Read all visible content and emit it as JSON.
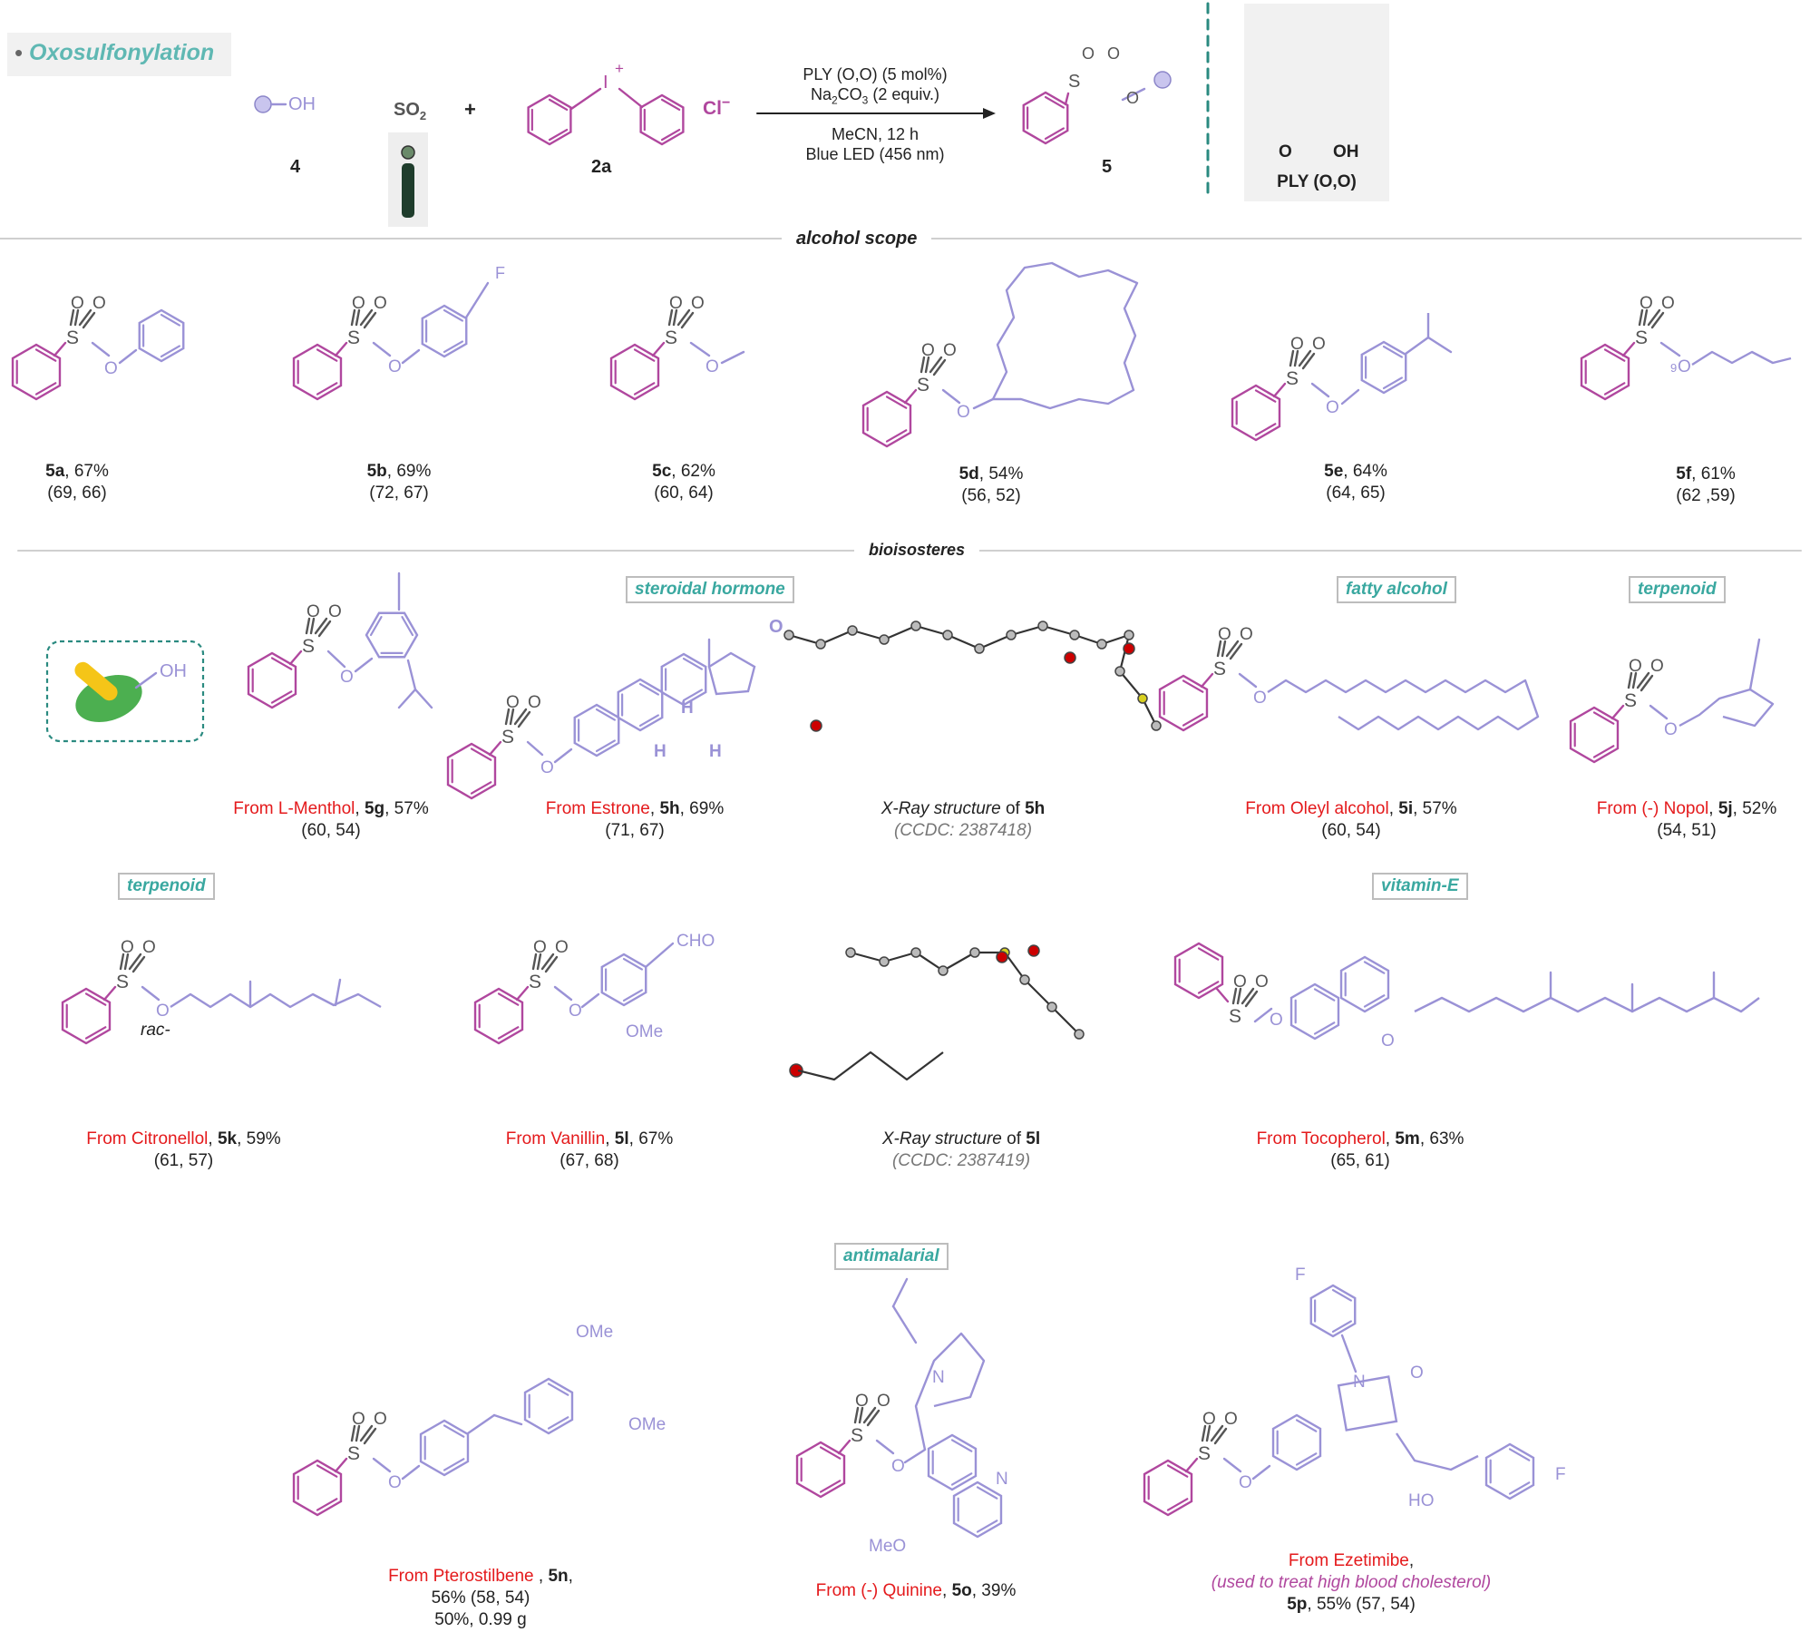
{
  "header": {
    "title": "Oxosulfonylation",
    "alcohol_label": "OH",
    "alcohol_num": "4",
    "so2": "SO",
    "so2_sub": "2",
    "plus": "+",
    "iodonium_i": "I",
    "iodonium_plus": "+",
    "cl": "Cl",
    "cl_minus": "−",
    "reagent_num": "2a",
    "cond1": "PLY (O,O) (5 mol%)",
    "cond2_a": "Na",
    "cond2_b": "2",
    "cond2_c": "CO",
    "cond2_d": "3",
    "cond2_e": " (2 equiv.)",
    "cond3": "MeCN, 12 h",
    "cond4": "Blue LED (456 nm)",
    "prod_s": "S",
    "prod_o1": "O",
    "prod_o2": "O",
    "prod_o3": "O",
    "product_num": "5",
    "cat_o": "O",
    "cat_oh": "OH",
    "cat_name": "PLY (O,O)"
  },
  "sections": {
    "alcohol": "alcohol scope",
    "bio": "bioisosteres"
  },
  "alcohol_scope": [
    {
      "id": "5a",
      "yield": ", 67%",
      "paren": "(69, 66)"
    },
    {
      "id": "5b",
      "yield": ", 69%",
      "paren": "(72, 67)",
      "f": "F"
    },
    {
      "id": "5c",
      "yield": ", 62%",
      "paren": "(60, 64)"
    },
    {
      "id": "5d",
      "yield": ", 54%",
      "paren": "(56, 52)"
    },
    {
      "id": "5e",
      "yield": ", 64%",
      "paren": "(64, 65)"
    },
    {
      "id": "5f",
      "yield": ", 61%",
      "paren": "(62 ,59)",
      "sub": "9"
    }
  ],
  "bio": {
    "menthol": {
      "from": "From L-Menthol",
      "id": "5g",
      "yield": ", 57%",
      "paren": "(60, 54)"
    },
    "estrone": {
      "tag": "steroidal hormone",
      "from": "From Estrone",
      "id": "5h",
      "yield": ", 69%",
      "paren": "(71, 67)",
      "h": "H",
      "o": "O"
    },
    "xray_h": {
      "a": "X-Ray structure",
      "b": " of ",
      "id": "5h",
      "ccdc": "(CCDC: 2387418)"
    },
    "oleyl": {
      "tag": "fatty alcohol",
      "from": "From Oleyl alcohol",
      "id": "5i",
      "yield": ", 57%",
      "paren": "(60, 54)"
    },
    "nopol": {
      "tag": "terpenoid",
      "from": "From (-) Nopol",
      "id": "5j",
      "yield": ", 52%",
      "paren": "(54, 51)"
    },
    "citronellol": {
      "tag": "terpenoid",
      "rac": "rac-",
      "from": "From Citronellol",
      "id": "5k",
      "yield": ", 59%",
      "paren": "(61, 57)"
    },
    "vanillin": {
      "from": "From Vanillin",
      "id": "5l",
      "yield": ", 67%",
      "paren": "(67, 68)",
      "cho": "CHO",
      "ome": "OMe"
    },
    "xray_l": {
      "a": "X-Ray structure",
      "b": " of ",
      "id": "5l",
      "ccdc": "(CCDC: 2387419)"
    },
    "tocopherol": {
      "tag": "vitamin-E",
      "from": "From Tocopherol",
      "id": "5m",
      "yield": ", 63%",
      "paren": "(65, 61)",
      "o": "O"
    },
    "pterostilbene": {
      "from": "From Pterostilbene",
      "sep": " , ",
      "id": "5n",
      "after": ",",
      "line2": "56% (58, 54)",
      "line3": "50%, 0.99 g",
      "ome": "OMe"
    },
    "quinine": {
      "tag": "antimalarial",
      "from": "From (-) Quinine",
      "id": "5o",
      "yield": ", 39%",
      "n": "N",
      "meo": "MeO"
    },
    "ezetimibe": {
      "from": "From Ezetimibe",
      "comma": ",",
      "note": "(used to treat high blood cholesterol)",
      "id": "5p",
      "yield": ", 55% (57, 54)",
      "f": "F",
      "n": "N",
      "o": "O",
      "ho": "HO"
    },
    "icon_oh": "OH"
  },
  "colors": {
    "pink": "#b0479e",
    "lavender": "#9a92d6",
    "teal": "#3aa8a0",
    "red": "#e41a1c",
    "grey_line": "#cfcfcf"
  }
}
